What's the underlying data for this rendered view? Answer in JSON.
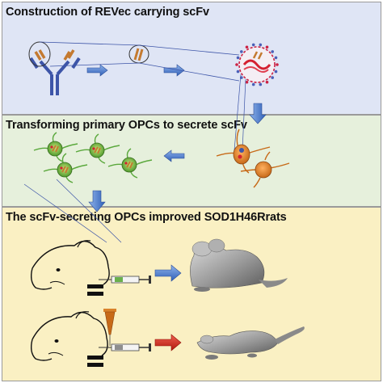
{
  "panels": [
    {
      "title": "Construction of REVec carrying scFv",
      "background": "#dfe5f5"
    },
    {
      "title": "Transforming primary OPCs to secrete scFv",
      "background": "#e6f0dc"
    },
    {
      "title": "The scFv-secreting OPCs improved SOD1H46Rrats",
      "background": "#faf0c3"
    }
  ],
  "colors": {
    "arrow_blue": "#4a78c8",
    "arrow_red": "#cc2a20",
    "antibody": "#3d55a8",
    "scfv_orange": "#c47a30",
    "opc_green": "#5aa83c",
    "opc_orange": "#d9822b",
    "rat_gray": "#8c8c8c"
  },
  "icons": [
    "antibody-icon",
    "scfv-fragment-icon",
    "viral-vector-icon",
    "green-opc-cell-icon",
    "orange-opc-cell-icon",
    "rat-head-outline-icon",
    "syringe-icon",
    "healthy-rat-icon",
    "sick-rat-icon"
  ]
}
